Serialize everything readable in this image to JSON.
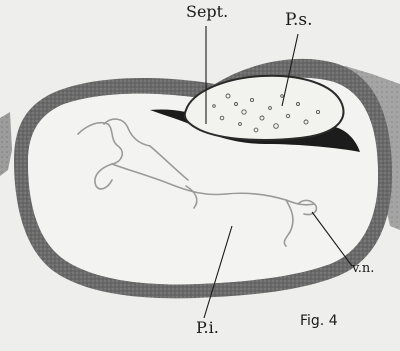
{
  "figure": {
    "caption": "Fig. 4",
    "labels": {
      "septum": "Sept.",
      "pars_superior": "P.s.",
      "pars_inferior": "P.i.",
      "vessel": "v.n."
    }
  }
}
